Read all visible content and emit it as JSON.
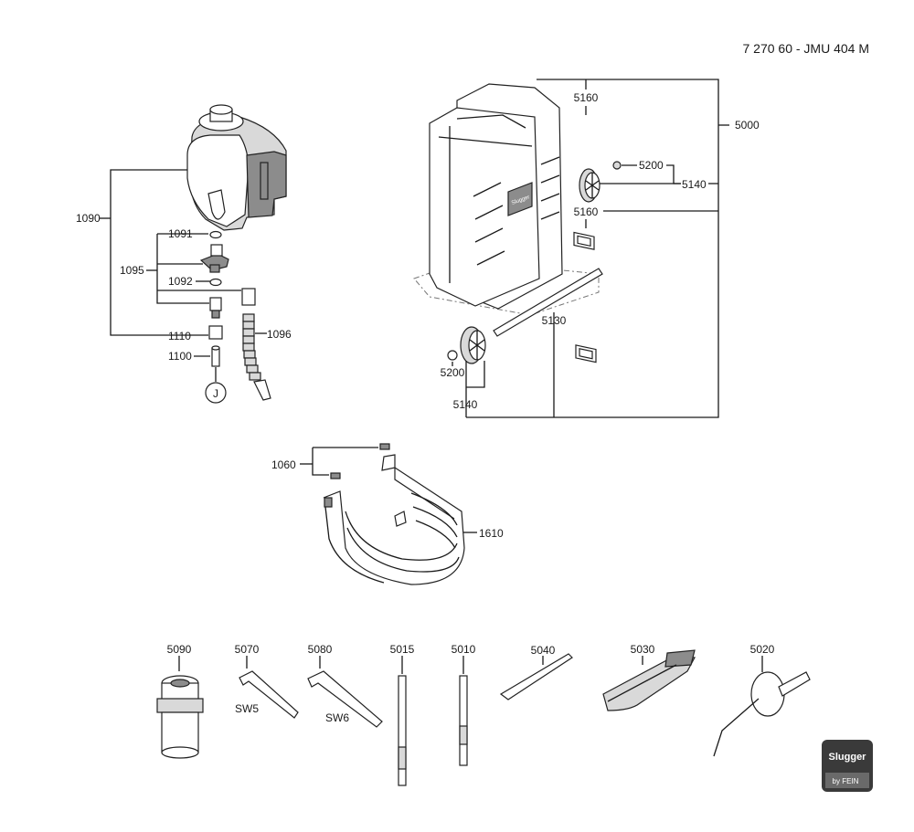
{
  "title": "7 270 60 - JMU 404 M",
  "callouts": {
    "c1090": "1090",
    "c1091": "1091",
    "c1095": "1095",
    "c1092": "1092",
    "c1096": "1096",
    "c1110": "1110",
    "c1100": "1100",
    "ref_j": "J",
    "c5160a": "5160",
    "c5000": "5000",
    "c5200a": "5200",
    "c5140a": "5140",
    "c5160b": "5160",
    "c5130": "5130",
    "c5200b": "5200",
    "c5140b": "5140",
    "c1060": "1060",
    "c1610": "1610",
    "c5090": "5090",
    "c5070": "5070",
    "c5080": "5080",
    "c5015": "5015",
    "c5010": "5010",
    "c5040": "5040",
    "c5030": "5030",
    "c5020": "5020",
    "sw5": "SW5",
    "sw6": "SW6"
  },
  "case_label": "Slugger",
  "logo": {
    "brand": "Slugger",
    "byline": "by FEIN"
  },
  "colors": {
    "line": "#1a1a1a",
    "fill_light": "#d9d9d9",
    "fill_dark": "#8c8c8c",
    "logo_bg": "#3a3a3a"
  }
}
